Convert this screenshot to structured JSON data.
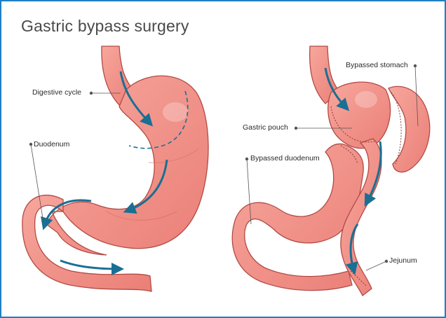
{
  "title": "Gastric bypass surgery",
  "labels": {
    "digestive_cycle": "Digestive cycle",
    "duodenum": "Duodenum",
    "bypassed_stomach": "Bypassed stomach",
    "gastric_pouch": "Gastric pouch",
    "bypassed_duodenum": "Bypassed duodenum",
    "jejunum": "Jejunum"
  },
  "colors": {
    "border": "#1f7fc4",
    "tissue": "#f08f86",
    "tissue_outline": "#b24a45",
    "arrow": "#1a6f94",
    "leader": "#555555"
  }
}
